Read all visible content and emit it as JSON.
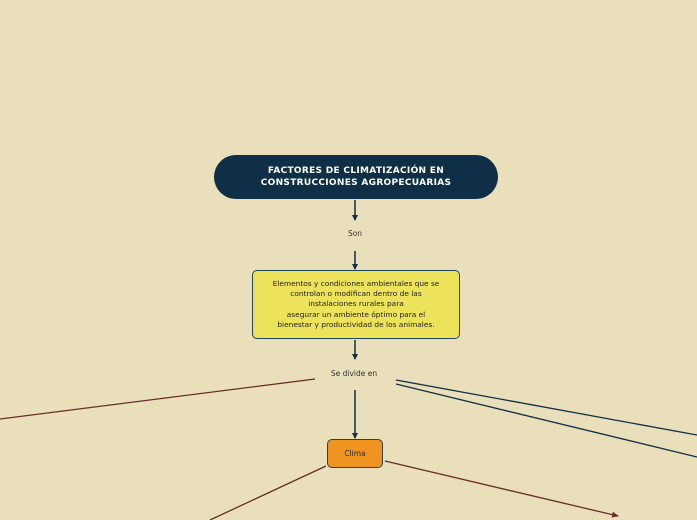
{
  "root": {
    "title": "FACTORES DE CLIMATIZACIÓN EN CONSTRUCCIONES AGROPECUARIAS"
  },
  "connector_son": {
    "label": "Son"
  },
  "definition": {
    "text": "Elementos y condiciones ambientales que se\ncontrolan o modifican dentro de las\ninstalaciones rurales para\nasegurar un ambiente óptimo para el\nbienestar y productividad de los animales."
  },
  "connector_divide": {
    "label": "Se divide en"
  },
  "clima": {
    "label": "Clima"
  },
  "colors": {
    "background": "#e9e0bb",
    "root_fill": "#0e2f45",
    "definition_fill": "#ede35a",
    "clima_fill": "#ef9420",
    "line_dark": "#0e2f45",
    "line_maroon": "#6b2a2a"
  }
}
